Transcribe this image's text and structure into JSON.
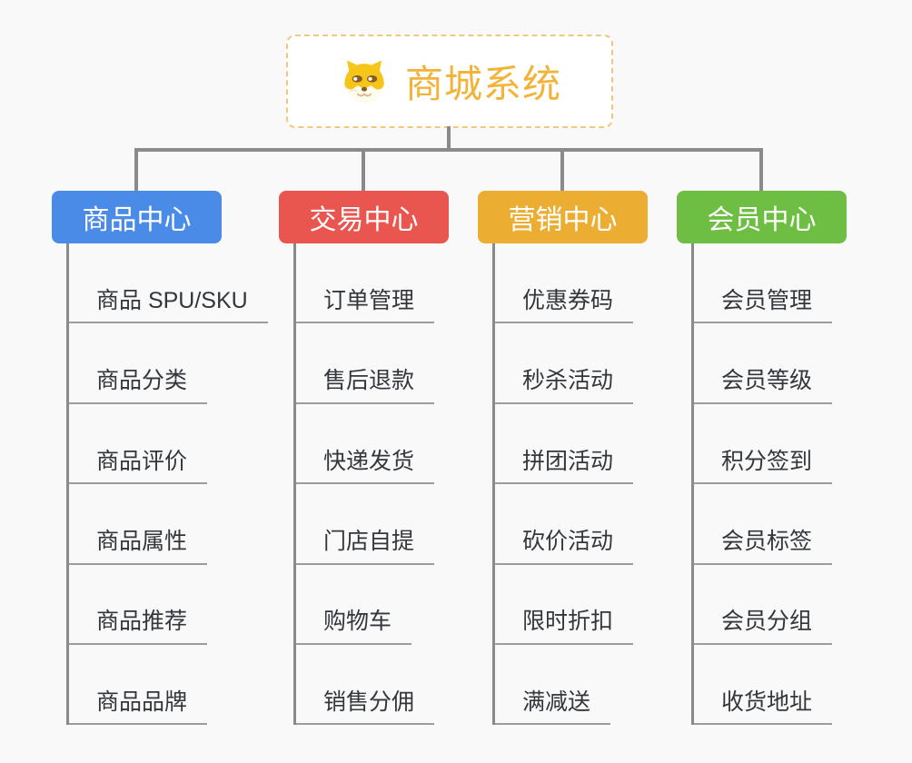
{
  "root": {
    "title": "商城系统",
    "icon": "doge-icon",
    "border_color": "#f4c87c",
    "title_color": "#f2b338",
    "background": "#ffffff"
  },
  "branches": [
    {
      "label": "商品中心",
      "color": "#4a8be8",
      "items": [
        "商品 SPU/SKU",
        "商品分类",
        "商品评价",
        "商品属性",
        "商品推荐",
        "商品品牌"
      ]
    },
    {
      "label": "交易中心",
      "color": "#e9564f",
      "items": [
        "订单管理",
        "售后退款",
        "快递发货",
        "门店自提",
        "购物车",
        "销售分佣"
      ]
    },
    {
      "label": "营销中心",
      "color": "#ecad33",
      "items": [
        "优惠券码",
        "秒杀活动",
        "拼团活动",
        "砍价活动",
        "限时折扣",
        "满减送"
      ]
    },
    {
      "label": "会员中心",
      "color": "#6dbe42",
      "items": [
        "会员管理",
        "会员等级",
        "积分签到",
        "会员标签",
        "会员分组",
        "收货地址"
      ]
    }
  ],
  "connector_color": "#8a8a8a",
  "leaf_text_color": "#33373c",
  "page_background": "#f9f9f9"
}
